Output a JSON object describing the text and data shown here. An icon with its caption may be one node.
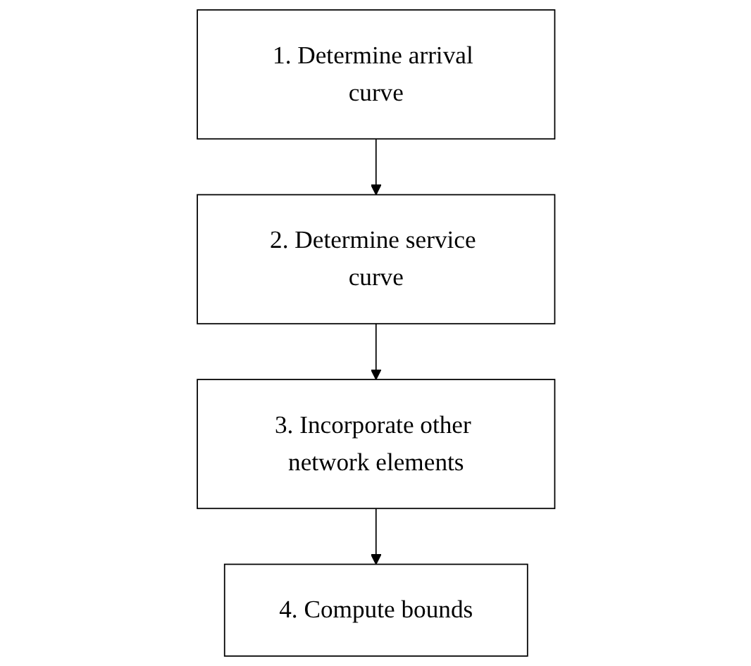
{
  "diagram": {
    "nodes": [
      {
        "text": [
          "1. Determine arrival curve"
        ]
      },
      {
        "text": [
          "2. Determine service curve"
        ]
      },
      {
        "text": [
          "3. Incorporate other network elements"
        ]
      },
      {
        "text": [
          "4. Compute bounds"
        ]
      }
    ],
    "edges": [
      {
        "from": 0,
        "to": 1,
        "arrow": "to"
      },
      {
        "from": 1,
        "to": 2,
        "arrow": "to"
      },
      {
        "from": 2,
        "to": 3,
        "arrow": "to"
      }
    ]
  }
}
